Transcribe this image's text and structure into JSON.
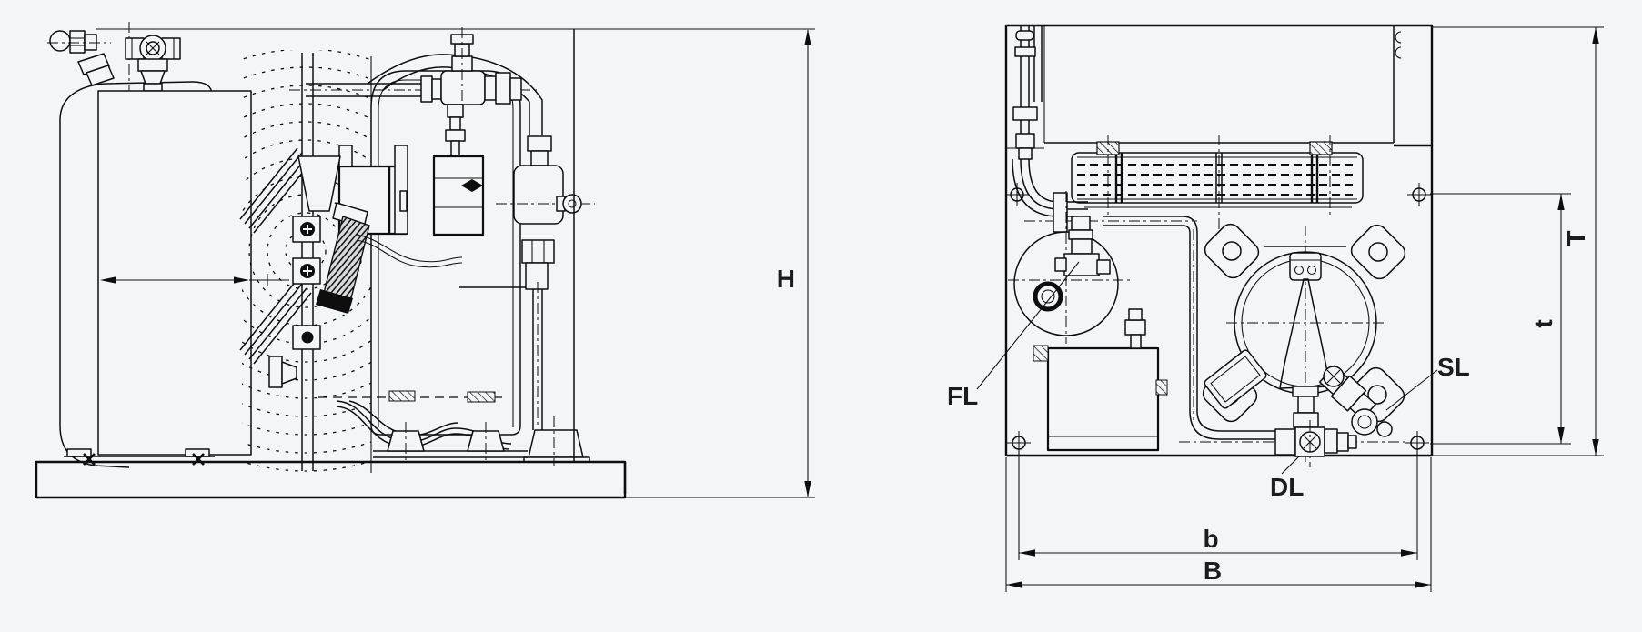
{
  "drawing": {
    "background_color": "#f4f5f6",
    "line_color": "#0e0e0e",
    "label_color": "#1c1c1e",
    "side_view": {
      "height_label": "H"
    },
    "plan_view": {
      "overall_depth_label": "T",
      "mounting_depth_label": "t",
      "mounting_width_label": "b",
      "overall_width_label": "B",
      "liquid_line_label": "FL",
      "suction_line_label": "SL",
      "discharge_line_label": "DL"
    }
  }
}
